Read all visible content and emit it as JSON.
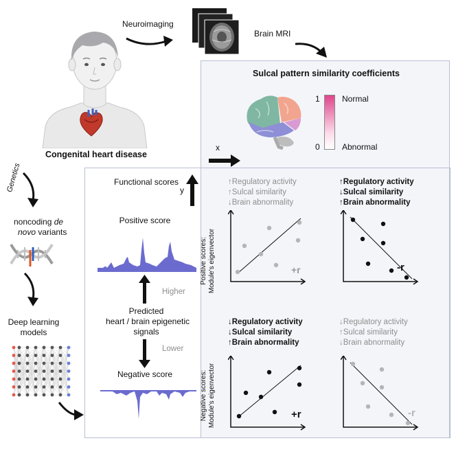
{
  "labels": {
    "neuroimaging": "Neuroimaging",
    "brain_mri": "Brain MRI",
    "congenital": "Congenital heart disease",
    "genetics": "Genetics",
    "noncoding_1": "noncoding",
    "noncoding_de": "de",
    "noncoding_2": "novo",
    "noncoding_3": "variants",
    "deep_learning_1": "Deep learning",
    "deep_learning_2": "models",
    "sulcal_title": "Sulcal pattern similarity coefficients",
    "scale_top": "1",
    "scale_bottom": "0",
    "normal": "Normal",
    "abnormal": "Abnormal",
    "x_axis": "x",
    "y_axis": "y",
    "functional_scores": "Functional scores",
    "positive_score": "Positive score",
    "negative_score": "Negative score",
    "higher": "Higher",
    "lower": "Lower",
    "predicted_1": "Predicted",
    "predicted_2": "heart / brain epigenetic",
    "predicted_3": "signals",
    "pos_axis_1": "Positive scores:",
    "pos_axis_2": "Module's eigenvector",
    "neg_axis_1": "Negative scores:",
    "neg_axis_2": "Module's eigenvector"
  },
  "quadrants": {
    "top_left": {
      "lines": [
        "↑Regulatory activity",
        "↑Sulcal similarity",
        "↓Brain abnormality"
      ],
      "r": "+r",
      "style": "grey"
    },
    "top_right": {
      "lines": [
        "↑Regulatory activity",
        "↓Sulcal similarity",
        "↑Brain abnormality"
      ],
      "r": "-r",
      "style": "bold"
    },
    "bot_left": {
      "lines": [
        "↓Regulatory activity",
        "↓Sulcal similarity",
        "↑Brain abnormality"
      ],
      "r": "+r",
      "style": "bold"
    },
    "bot_right": {
      "lines": [
        "↓Regulatory activity",
        "↑Sulcal similarity",
        "↓Brain abnormality"
      ],
      "r": "-r",
      "style": "grey"
    }
  },
  "colors": {
    "panel_border": "#b9bfd2",
    "panel_fill": "#f4f5f9",
    "signal": "#6b6bcf",
    "scale_top": "#e0458c",
    "grey_dots": "#b5b5b5",
    "black_dots": "#111111"
  },
  "icons": [
    "arrow-icon",
    "mri-stack-icon",
    "child-illustration",
    "heart-icon",
    "dna-icon",
    "neural-network-icon",
    "brain-icon"
  ]
}
